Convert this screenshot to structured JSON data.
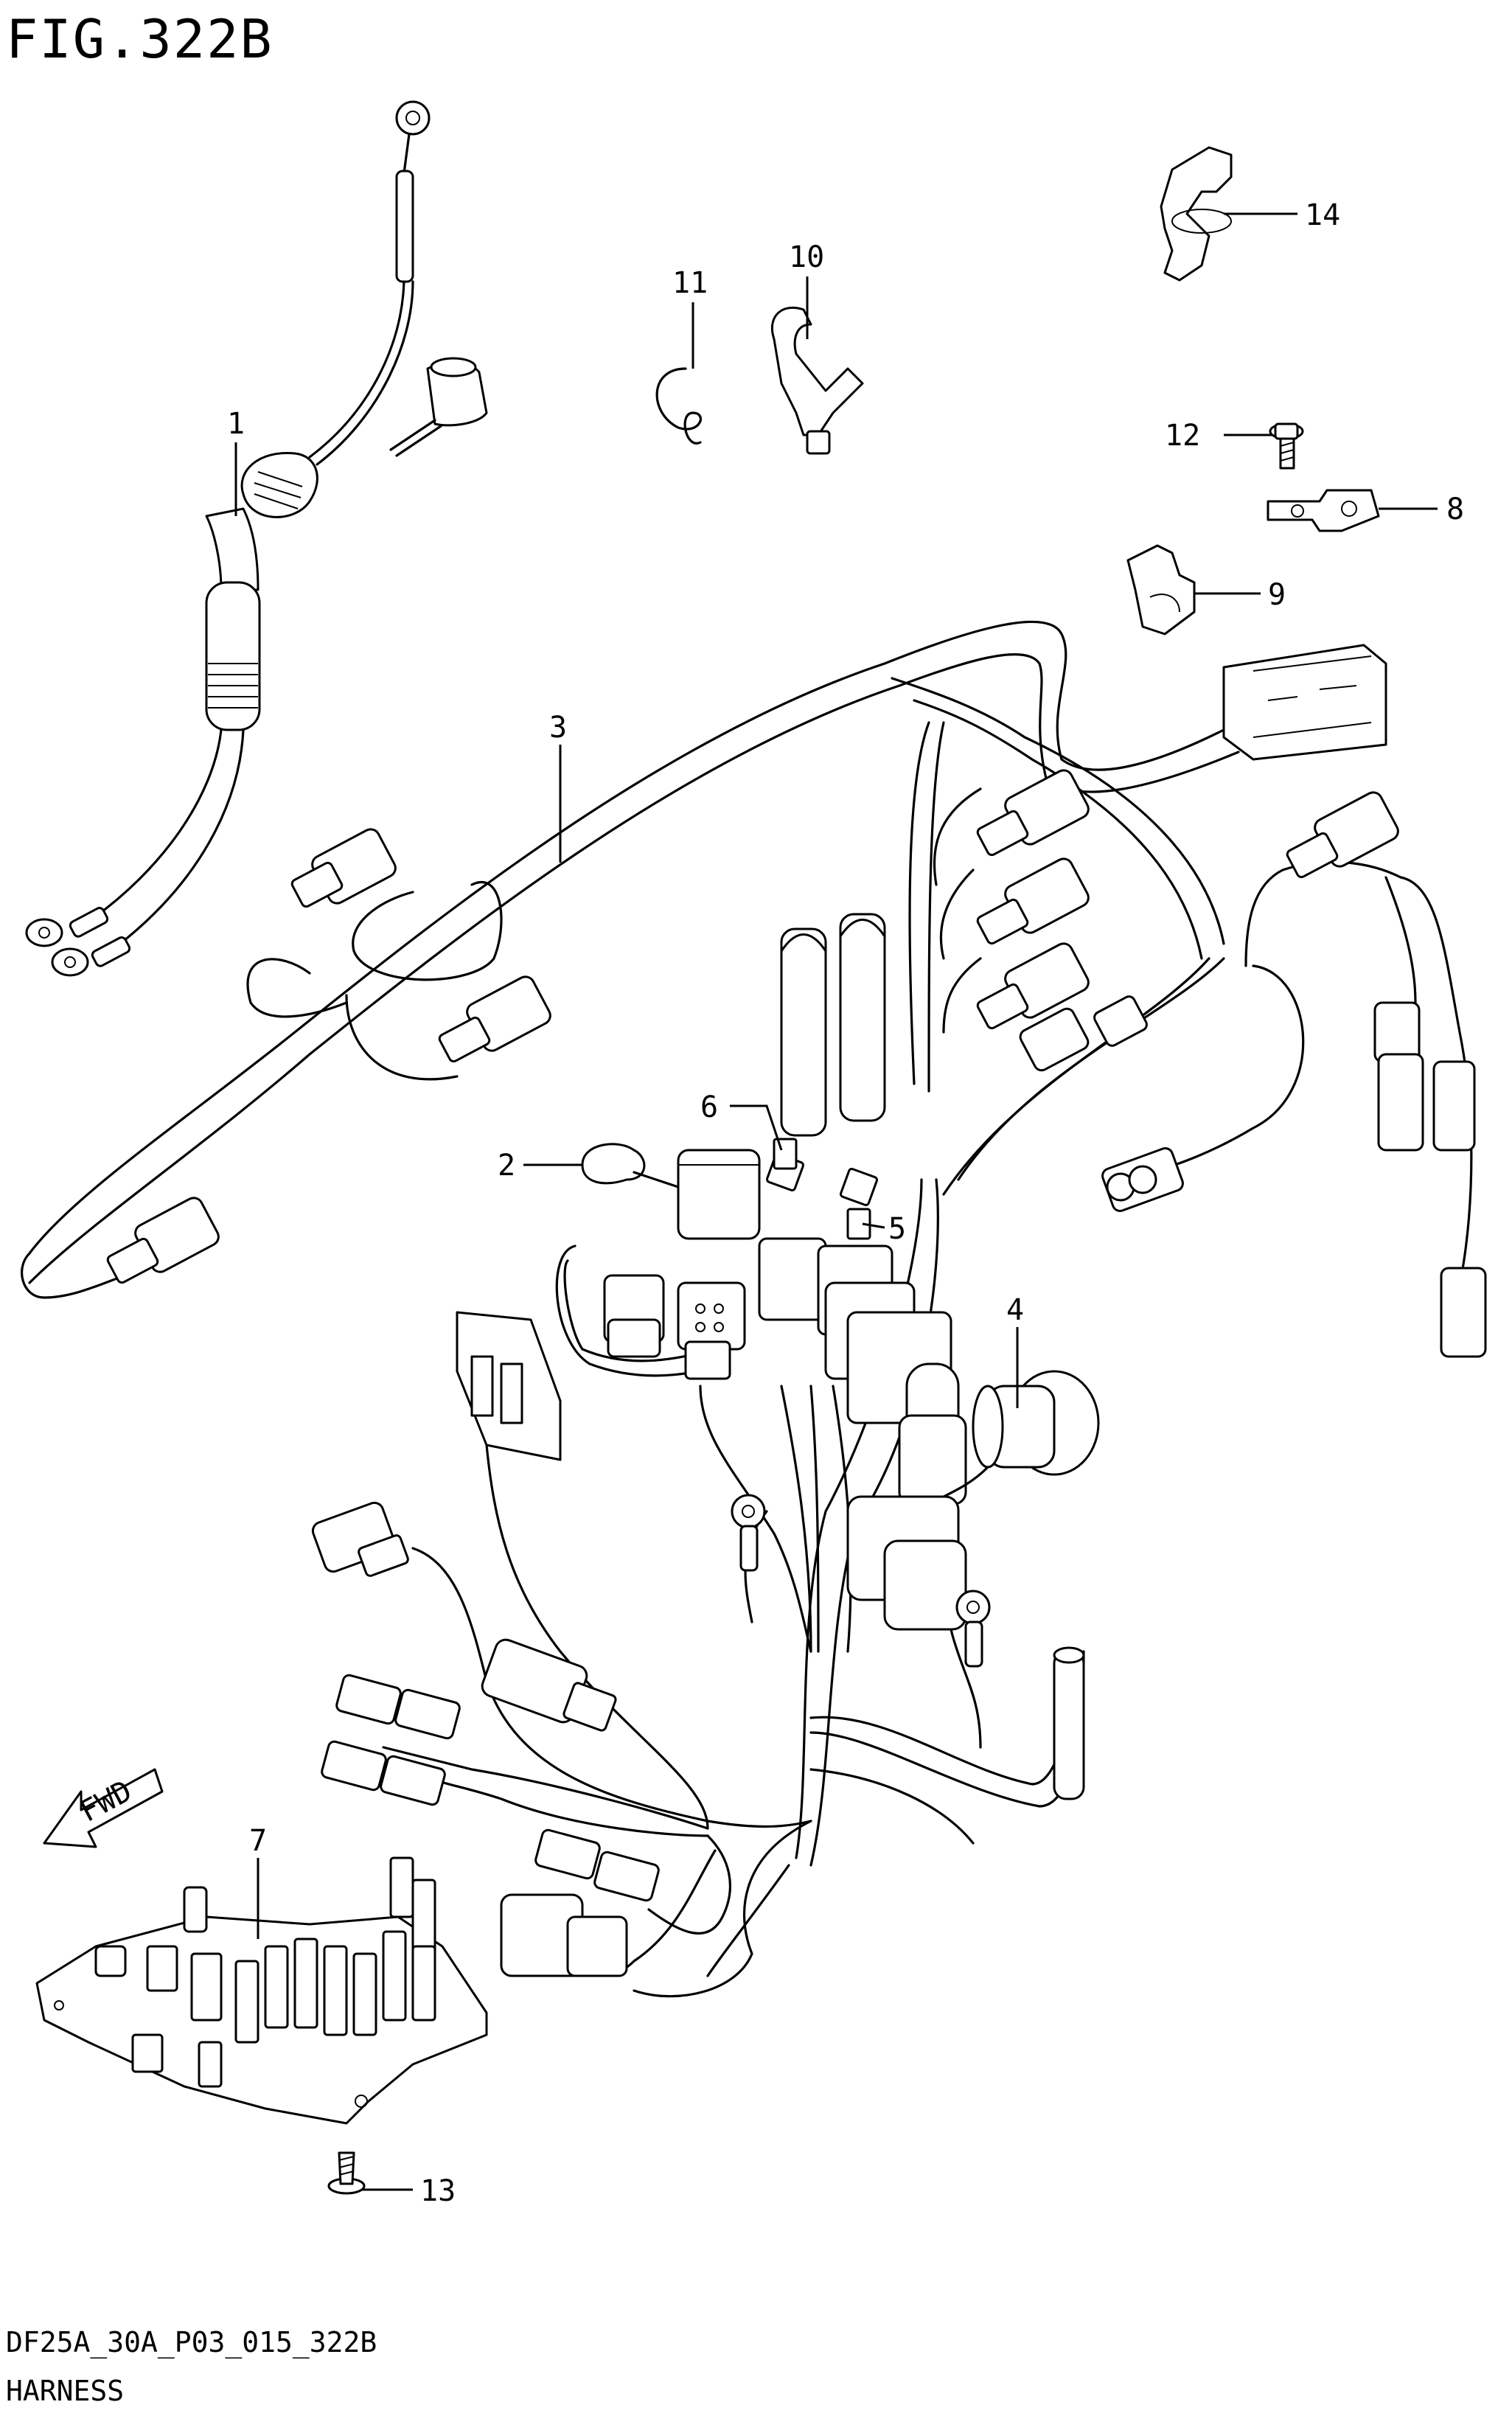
{
  "figure": {
    "title": "FIG.322B",
    "code": "DF25A_30A_P03_015_322B",
    "caption": "HARNESS",
    "direction_label": "FWD"
  },
  "callouts": [
    "1",
    "2",
    "3",
    "4",
    "5",
    "6",
    "7",
    "8",
    "9",
    "10",
    "11",
    "12",
    "13",
    "14"
  ]
}
